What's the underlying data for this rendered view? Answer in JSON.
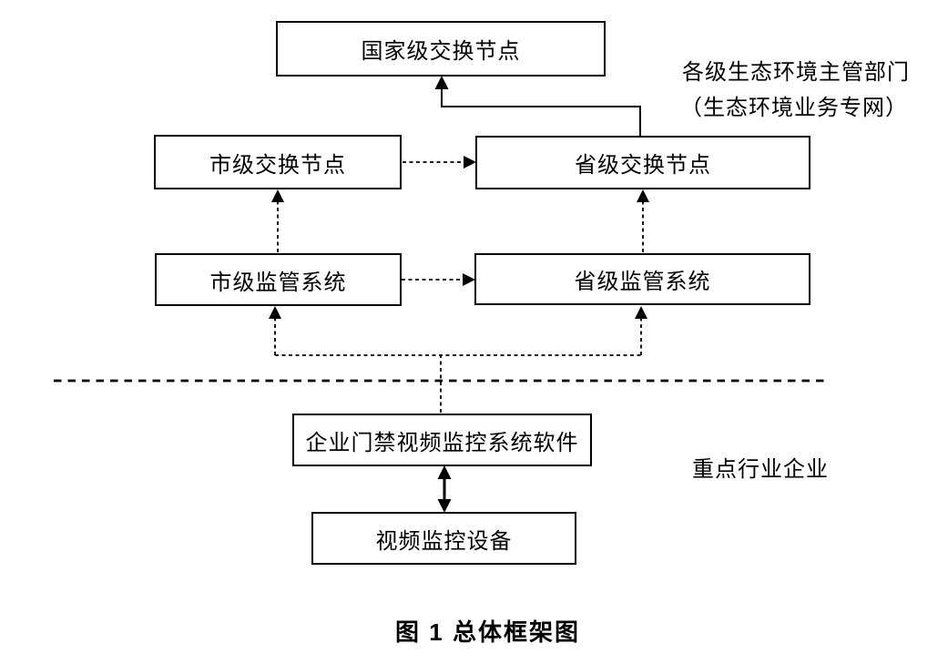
{
  "figure": {
    "caption": "图 1 总体框架图"
  },
  "nodes": {
    "national_exchange": "国家级交换节点",
    "city_exchange": "市级交换节点",
    "province_exchange": "省级交换节点",
    "city_supervision": "市级监管系统",
    "province_supervision": "省级监管系统",
    "enterprise_software": "企业门禁视频监控系统软件",
    "video_device": "视频监控设备"
  },
  "annotations": {
    "gov_zone_line1": "各级生态环境主管部门",
    "gov_zone_line2": "（生态环境业务专网）",
    "enterprise_zone": "重点行业企业"
  },
  "edges": [
    {
      "from": "province_exchange",
      "to": "national_exchange",
      "style": "solid",
      "arrow": "single",
      "shape": "elbow"
    },
    {
      "from": "city_exchange",
      "to": "province_exchange",
      "style": "dashed",
      "arrow": "single",
      "shape": "horizontal"
    },
    {
      "from": "city_supervision",
      "to": "city_exchange",
      "style": "dashed",
      "arrow": "single",
      "shape": "vertical"
    },
    {
      "from": "province_supervision",
      "to": "province_exchange",
      "style": "dashed",
      "arrow": "single",
      "shape": "vertical"
    },
    {
      "from": "city_supervision",
      "to": "province_supervision",
      "style": "dashed",
      "arrow": "single",
      "shape": "horizontal"
    },
    {
      "from": "enterprise_software",
      "to": "city_supervision",
      "style": "dashed",
      "arrow": "single",
      "shape": "elbow"
    },
    {
      "from": "enterprise_software",
      "to": "province_supervision",
      "style": "dashed",
      "arrow": "single",
      "shape": "elbow"
    },
    {
      "from": "enterprise_software",
      "to": "video_device",
      "style": "solid",
      "arrow": "double",
      "shape": "vertical"
    },
    {
      "type": "zone_divider",
      "style": "dashed",
      "orientation": "horizontal"
    }
  ],
  "colors": {
    "ink": "#000000",
    "background": "#ffffff"
  }
}
